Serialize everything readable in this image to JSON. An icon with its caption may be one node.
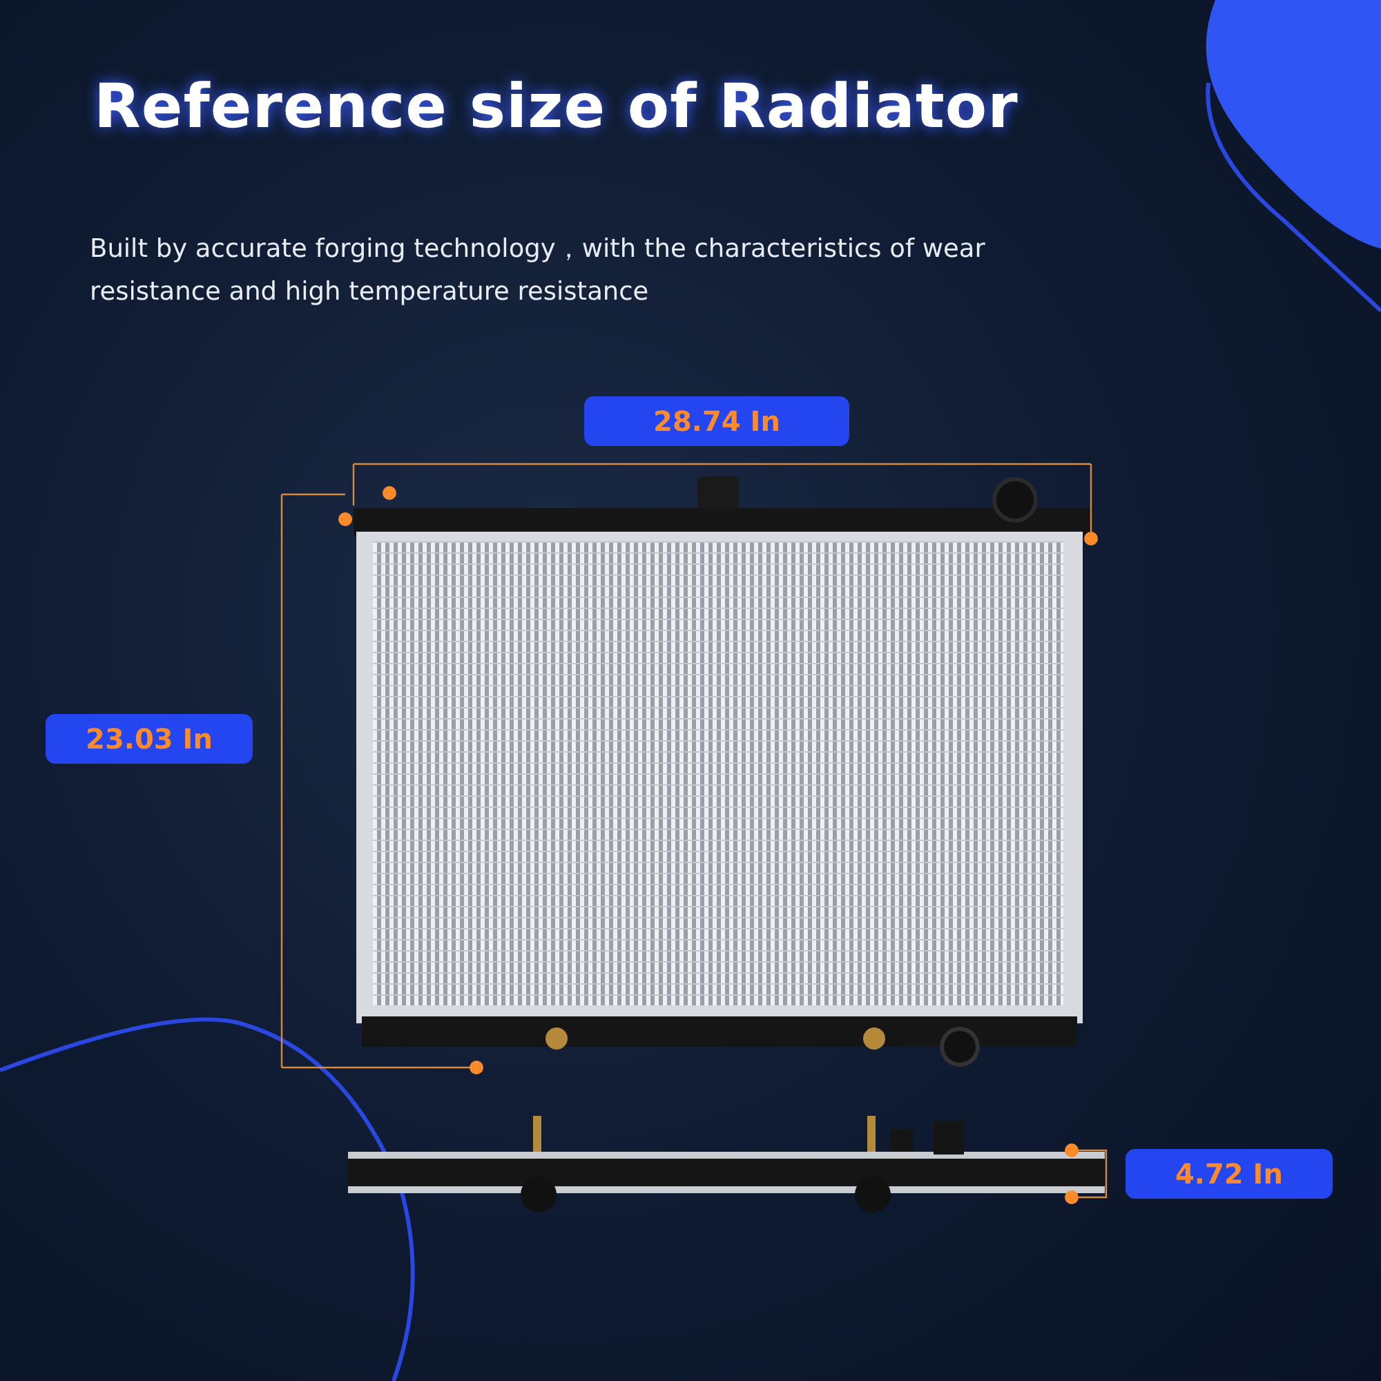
{
  "diagram": {
    "title": "Reference size of Radiator",
    "labels": [
      "Built by accurate forging technology，with the characteristics of wear resistance and high temperature resistance",
      "28.74 In",
      "23.03 In",
      "4.72 In"
    ]
  }
}
